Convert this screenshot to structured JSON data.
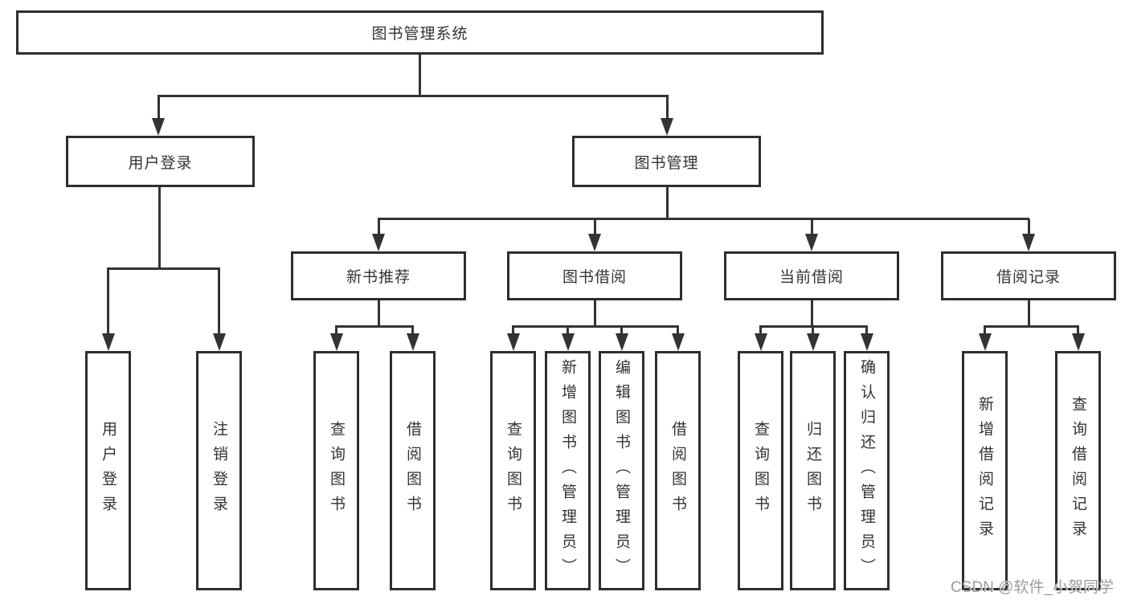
{
  "nodes": {
    "root": {
      "label": "图书管理系统"
    },
    "level2": [
      {
        "label": "用户登录"
      },
      {
        "label": "图书管理"
      }
    ],
    "level3": [
      {
        "label": "新书推荐",
        "parent": "图书管理"
      },
      {
        "label": "图书借阅",
        "parent": "图书管理"
      },
      {
        "label": "当前借阅",
        "parent": "图书管理"
      },
      {
        "label": "借阅记录",
        "parent": "图书管理"
      }
    ],
    "leaves": [
      {
        "label": "用户登录",
        "parent": "用户登录"
      },
      {
        "label": "注销登录",
        "parent": "用户登录"
      },
      {
        "label": "查询图书",
        "parent": "新书推荐"
      },
      {
        "label": "借阅图书",
        "parent": "新书推荐"
      },
      {
        "label": "查询图书",
        "parent": "图书借阅"
      },
      {
        "label": "新增图书（管理员）",
        "parent": "图书借阅"
      },
      {
        "label": "编辑图书（管理员）",
        "parent": "图书借阅"
      },
      {
        "label": "借阅图书",
        "parent": "图书借阅"
      },
      {
        "label": "查询图书",
        "parent": "当前借阅"
      },
      {
        "label": "归还图书",
        "parent": "当前借阅"
      },
      {
        "label": "确认归还（管理员）",
        "parent": "当前借阅"
      },
      {
        "label": "新增借阅记录",
        "parent": "借阅记录"
      },
      {
        "label": "查询借阅记录",
        "parent": "借阅记录"
      }
    ]
  },
  "watermark": "CSDN @软件_小贺同学",
  "colors": {
    "line": "#333333",
    "border": "#2e2e2e",
    "text": "#333333",
    "watermark": "#9c9c9c",
    "background": "#ffffff"
  }
}
